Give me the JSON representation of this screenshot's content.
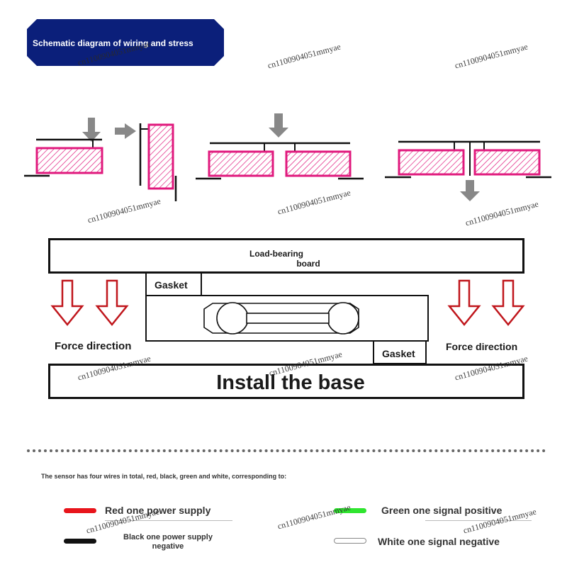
{
  "banner": {
    "title": "Schematic diagram of wiring and stress"
  },
  "assembly": {
    "load_board_line1": "Load-bearing",
    "load_board_line2": "board",
    "gasket_top": "Gasket",
    "gasket_bottom": "Gasket",
    "force_left": "Force direction",
    "force_right": "Force direction",
    "base": "Install the base"
  },
  "wiring": {
    "intro": "The sensor has four wires in total, red, black, green and white, corresponding to:",
    "wires": [
      {
        "label": "Red one power supply",
        "color": "#e8141b"
      },
      {
        "label_line1": "Black one power supply",
        "label_line2": "negative",
        "color": "#111111"
      },
      {
        "label": "Green one signal positive",
        "color": "#2fe52f"
      },
      {
        "label": "White one signal negative",
        "color": "#ffffff"
      }
    ]
  },
  "colors": {
    "banner": "#0b1f7a",
    "sensor": "#e0197d",
    "arrow": "#c0161c",
    "gray_arrow": "#888888"
  },
  "watermark": "cn1100904051mmyae"
}
